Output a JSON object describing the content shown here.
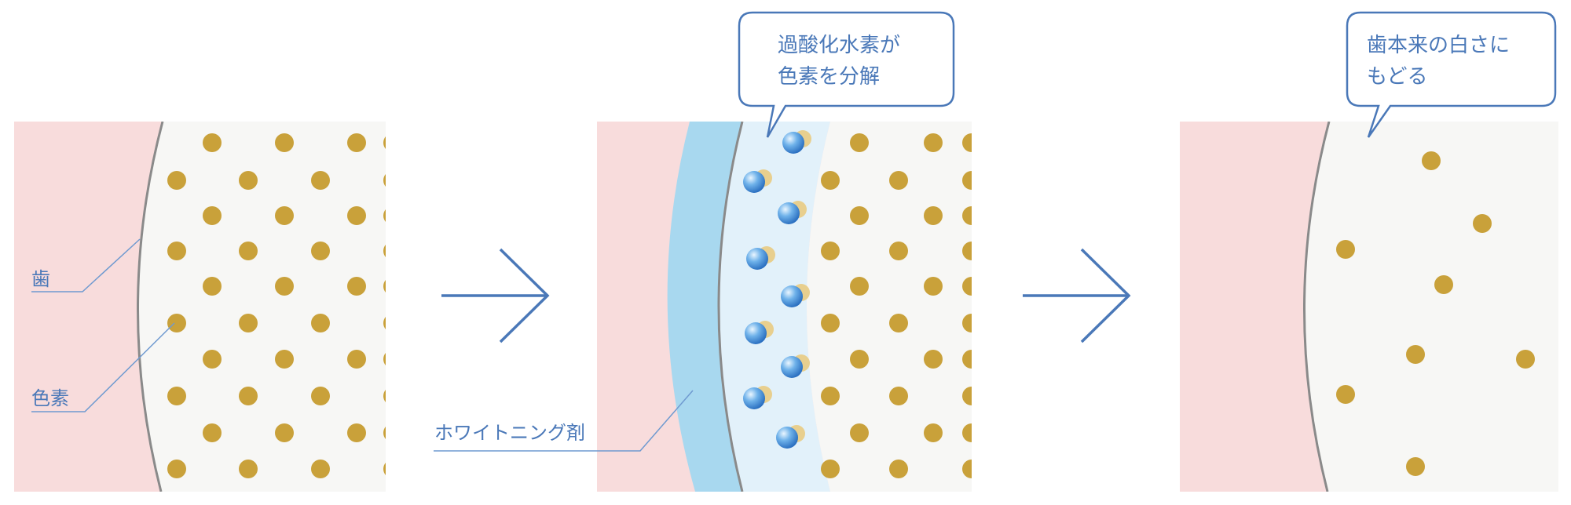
{
  "labels": {
    "tooth": "歯",
    "pigment": "色素",
    "whitening_agent": "ホワイトニング剤",
    "bubble_middle_line1": "過酸化水素が",
    "bubble_middle_line2": "色素を分解",
    "bubble_right_line1": "歯本来の白さに",
    "bubble_right_line2": "もどる"
  },
  "colors": {
    "gum": "#f8dcdc",
    "enamel": "#f7f7f5",
    "pigment": "#c9a13a",
    "agent_dark": "#a8d8ef",
    "agent_light": "#e2f1fa",
    "arrow": "#4a78b8",
    "label": "#4a78b8"
  }
}
